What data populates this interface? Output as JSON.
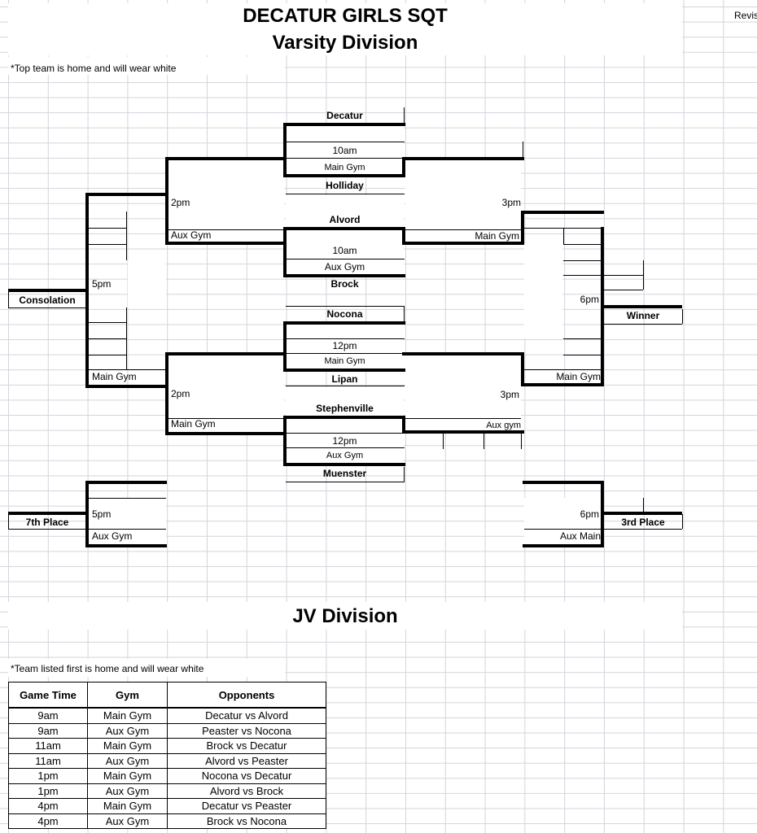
{
  "header": {
    "title": "DECATUR GIRLS SQT",
    "revision_fragment": "Revis",
    "varsity_title": "Varsity Division",
    "varsity_note": "*Top team is home and will wear white"
  },
  "bracket": {
    "teams": {
      "decatur": "Decatur",
      "holliday": "Holliday",
      "alvord": "Alvord",
      "brock": "Brock",
      "nocona": "Nocona",
      "lipan": "Lipan",
      "stephenville": "Stephenville",
      "muenster": "Muenster"
    },
    "games": {
      "g1_time": "10am",
      "g1_gym": "Main Gym",
      "g2_time": "10am",
      "g2_gym": "Aux Gym",
      "g3_time": "12pm",
      "g3_gym": "Main Gym",
      "g4_time": "12pm",
      "g4_gym": "Aux Gym",
      "cons_top_time": "2pm",
      "cons_top_gym": "Aux Gym",
      "cons_bottom_time": "2pm",
      "cons_bottom_gym": "Main Gym",
      "cons_final_time": "5pm",
      "cons_final_gym": "Main Gym",
      "semi_top_time": "3pm",
      "semi_top_gym": "Main Gym",
      "semi_bottom_time": "3pm",
      "semi_bottom_gym": "Aux gym",
      "final_time": "6pm",
      "final_gym": "Main Gym",
      "seventh_time": "5pm",
      "seventh_gym": "Aux Gym",
      "third_time": "6pm",
      "third_gym": "Aux Main"
    },
    "results": {
      "consolation": "Consolation",
      "winner": "Winner",
      "seventh_place": "7th Place",
      "third_place": "3rd Place"
    }
  },
  "jv": {
    "title": "JV Division",
    "note": "*Team listed first is home and will wear white",
    "columns": [
      "Game Time",
      "Gym",
      "Opponents"
    ],
    "rows": [
      [
        "9am",
        "Main Gym",
        "Decatur vs Alvord"
      ],
      [
        "9am",
        "Aux Gym",
        "Peaster vs Nocona"
      ],
      [
        "11am",
        "Main Gym",
        "Brock vs Decatur"
      ],
      [
        "11am",
        "Aux Gym",
        "Alvord vs Peaster"
      ],
      [
        "1pm",
        "Main Gym",
        "Nocona vs Decatur"
      ],
      [
        "1pm",
        "Aux Gym",
        "Alvord vs Brock"
      ],
      [
        "4pm",
        "Main Gym",
        "Decatur vs Peaster"
      ],
      [
        "4pm",
        "Aux Gym",
        "Brock vs Nocona"
      ]
    ]
  }
}
